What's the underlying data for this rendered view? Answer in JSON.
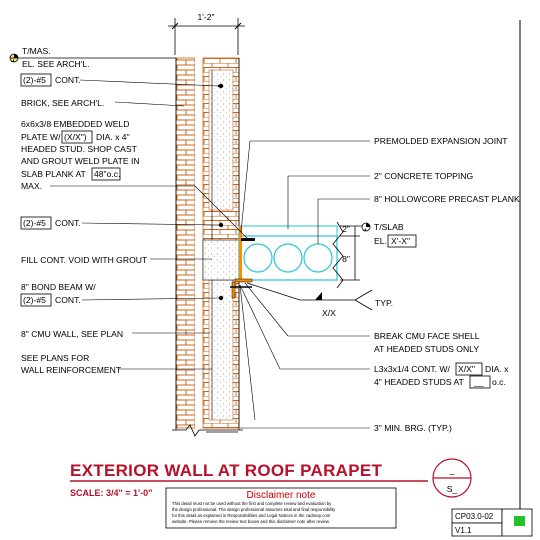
{
  "dimension_top": "1'-2\"",
  "labels": {
    "t_mas": "T/MAS.",
    "el_see_arch": "EL. SEE ARCH'L.",
    "cont_top_bars": "(2)-#5",
    "cont_top_suffix": "CONT.",
    "brick": "BRICK, SEE ARCH'L.",
    "weld_plate_1": "6x6x3/8 EMBEDDED WELD",
    "weld_plate_2a": "PLATE W/",
    "weld_plate_2b": "(X/X\")",
    "weld_plate_2c": "DIA. x 4\"",
    "weld_plate_3": "HEADED STUD. SHOP CAST",
    "weld_plate_4": "AND GROUT WELD PLATE IN",
    "weld_plate_5a": "SLAB PLANK AT",
    "weld_plate_5b": "48\"o.c.",
    "weld_plate_6": "MAX.",
    "cont_mid_bars": "(2)-#5",
    "cont_mid_suffix": "CONT.",
    "fill_void": "FILL CONT. VOID WITH GROUT",
    "bond_beam_1": "8\" BOND BEAM W/",
    "bond_beam_bars": "(2)-#5",
    "bond_beam_suffix": "CONT.",
    "cmu_wall": "8\" CMU WALL, SEE PLAN",
    "see_plans_1": "SEE PLANS FOR",
    "see_plans_2": "WALL REINFORCEMENT",
    "expansion_joint": "PREMOLDED EXPANSION JOINT",
    "topping": "2\" CONCRETE TOPPING",
    "hollowcore": "8\" HOLLOWCORE PRECAST PLANK",
    "t_slab": "T/SLAB",
    "el_slab_prefix": "EL.",
    "el_slab_value": "X'-X\"",
    "dim_2": "2\"",
    "dim_8": "8\"",
    "typ": "TYP.",
    "xx": "X/X",
    "break_cmu_1": "BREAK CMU FACE SHELL",
    "break_cmu_2": "AT HEADED STUDS ONLY",
    "angle_1a": "L3x3x1/4 CONT. W/",
    "angle_1b": "X/X\"",
    "angle_1c": "DIA. x",
    "angle_2a": "4\" HEADED STUDS AT",
    "angle_2b": "__",
    "angle_2c": "o.c.",
    "min_brg": "3\" MIN. BRG. (TYP.)"
  },
  "title_block": {
    "title": "EXTERIOR WALL AT ROOF PARAPET",
    "scale": "SCALE: 3/4\" = 1'-0\"",
    "section_top": "_",
    "section_bottom": "S_",
    "disclaimer_title": "Disclaimer note",
    "disclaimer_lines": [
      "This detail must not be used without the first and complete review and evaluation by",
      "the design professional. The design professional assumes total and final responsibility",
      "for this detail as explained in Responsibilities and Legal Notices in the cadmep.com",
      "website. Please remove the review text boxes and this disclaimer note after review."
    ],
    "sheet_number": "CP03.0-02",
    "version": "V1.1"
  },
  "colors": {
    "title_red": "#b8102a",
    "masonry_orange": "#c8671f",
    "hollowcore_cyan": "#26c6da",
    "leader_blue": "#1f3ad8",
    "status_green": "#22c22b"
  }
}
